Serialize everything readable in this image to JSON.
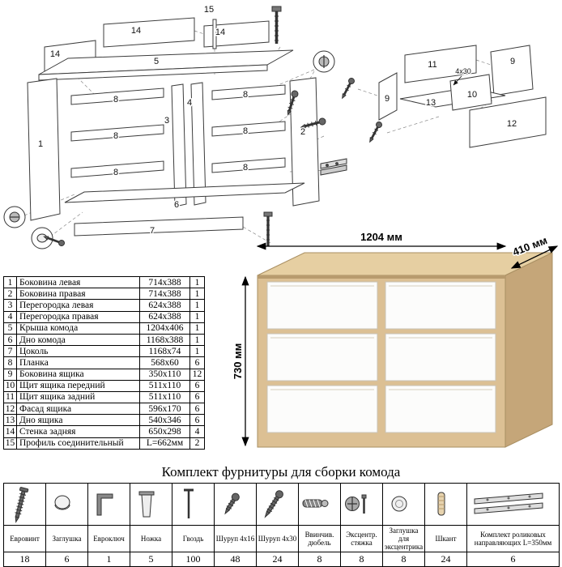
{
  "dimensions": {
    "width": "1204 мм",
    "depth": "410 мм",
    "height": "730 мм"
  },
  "parts_table": {
    "rows": [
      {
        "num": "1",
        "name": "Боковина левая",
        "size": "714x388",
        "qty": "1"
      },
      {
        "num": "2",
        "name": "Боковина правая",
        "size": "714x388",
        "qty": "1"
      },
      {
        "num": "3",
        "name": "Перегородка левая",
        "size": "624x388",
        "qty": "1"
      },
      {
        "num": "4",
        "name": "Перегородка правая",
        "size": "624x388",
        "qty": "1"
      },
      {
        "num": "5",
        "name": "Крыша комода",
        "size": "1204x406",
        "qty": "1"
      },
      {
        "num": "6",
        "name": "Дно комода",
        "size": "1168x388",
        "qty": "1"
      },
      {
        "num": "7",
        "name": "Цоколь",
        "size": "1168x74",
        "qty": "1"
      },
      {
        "num": "8",
        "name": "Планка",
        "size": "568x60",
        "qty": "6"
      },
      {
        "num": "9",
        "name": "Боковина ящика",
        "size": "350x110",
        "qty": "12"
      },
      {
        "num": "10",
        "name": "Щит ящика передний",
        "size": "511x110",
        "qty": "6"
      },
      {
        "num": "11",
        "name": "Щит ящика задний",
        "size": "511x110",
        "qty": "6"
      },
      {
        "num": "12",
        "name": "Фасад ящика",
        "size": "596x170",
        "qty": "6"
      },
      {
        "num": "13",
        "name": "Дно ящика",
        "size": "540x346",
        "qty": "6"
      },
      {
        "num": "14",
        "name": "Стенка задняя",
        "size": "650x298",
        "qty": "4"
      },
      {
        "num": "15",
        "name": "Профиль соединительный",
        "size": "L=662мм",
        "qty": "2"
      }
    ]
  },
  "hardware": {
    "title": "Комплект фурнитуры для сборки комода",
    "items": [
      {
        "icon": "euro-screw",
        "label": "Евровинт",
        "qty": "18"
      },
      {
        "icon": "cap-plug",
        "label": "Заглушка",
        "qty": "6"
      },
      {
        "icon": "hex-key",
        "label": "Евроключ",
        "qty": "1"
      },
      {
        "icon": "leg",
        "label": "Ножка",
        "qty": "5"
      },
      {
        "icon": "nail",
        "label": "Гвоздь",
        "qty": "100"
      },
      {
        "icon": "screw-4x16",
        "label": "Шуруп 4x16",
        "qty": "48"
      },
      {
        "icon": "screw-4x30",
        "label": "Шуруп 4x30",
        "qty": "24"
      },
      {
        "icon": "screw-in-dowel",
        "label": "Ввинчив. дюбель",
        "qty": "8"
      },
      {
        "icon": "cam-lock",
        "label": "Эксцентр. стяжка",
        "qty": "8"
      },
      {
        "icon": "cam-cap",
        "label": "Заглушка для эксцентрика",
        "qty": "8"
      },
      {
        "icon": "dowel",
        "label": "Шкант",
        "qty": "24"
      },
      {
        "icon": "roller-slides",
        "label": "Комплект роликовых направляющих L=350мм",
        "qty": "6"
      }
    ]
  },
  "diagram": {
    "callouts": {
      "n1": "1",
      "n2": "2",
      "n3": "3",
      "n4": "4",
      "n5": "5",
      "n6": "6",
      "n7": "7",
      "n8": "8",
      "n9": "9",
      "n10": "10",
      "n11": "11",
      "n12": "12",
      "n13": "13",
      "n14": "14",
      "n15": "15",
      "screw": "4x30"
    }
  }
}
